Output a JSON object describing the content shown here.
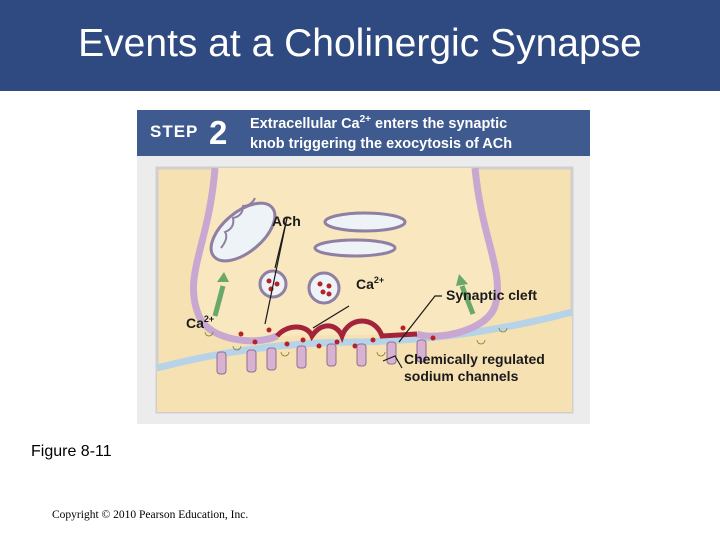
{
  "slide": {
    "title": "Events at a Cholinergic Synapse",
    "figure_caption": "Figure 8-11",
    "copyright": "Copyright © 2010 Pearson Education, Inc."
  },
  "step": {
    "word": "STEP",
    "number": "2",
    "caption_line1_a": "Extracellular Ca",
    "caption_line1_sup": "2+",
    "caption_line1_b": " enters the synaptic",
    "caption_line2": "knob triggering the exocytosis of ACh"
  },
  "labels": {
    "ach": "ACh",
    "ca_right": "Ca",
    "ca_right_sup": "2+",
    "ca_left": "Ca",
    "ca_left_sup": "2+",
    "synaptic_cleft": "Synaptic cleft",
    "channels_line1": "Chemically regulated",
    "channels_line2": "sodium channels"
  },
  "colors": {
    "title_bar": "#2e4a80",
    "step_header": "#3f5a8f",
    "cytoplasm": "#f6e1b3",
    "membrane": "#c8a8d0",
    "ach_dot": "#b5222a",
    "ca_arrow": "#6aa86a"
  }
}
